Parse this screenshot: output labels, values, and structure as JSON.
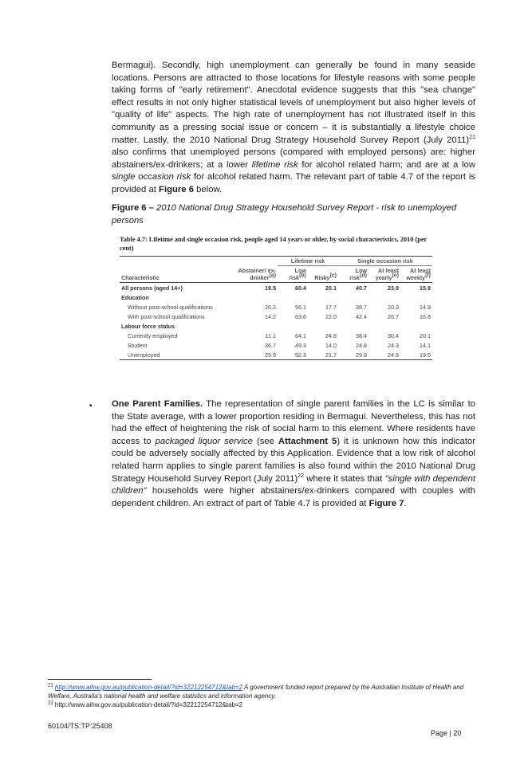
{
  "para1": {
    "t1": "Bermagui). Secondly, high unemployment can generally be found in many seaside locations. Persons are attracted to those locations for lifestyle reasons with some people taking forms of \"early retirement\". Anecdotal evidence suggests that this \"sea change\" effect results in not only higher statistical levels of unemployment but also higher levels of \"quality of life\" aspects. The high rate of unemployment has not illustrated itself in this community as a pressing social issue or concern – it is substantially a lifestyle choice matter. Lastly, the 2010 National Drug Strategy Household Survey Report (July 2011)",
    "sup": "21",
    "t2": " also confirms that unemployed persons (compared with employed persons) are: higher abstainers/ex-drinkers; at a lower ",
    "i1": "lifetime risk",
    "t3": " for alcohol related harm; and are at a low ",
    "i2": "single occasion risk",
    "t4": " for alcohol related harm. The relevant part of table 4.7 of the report is provided at ",
    "b1": "Figure 6",
    "t5": " below."
  },
  "figure_caption": {
    "label": "Figure 6 – ",
    "title": "2010 National Drug Strategy Household Survey Report - risk to unemployed persons"
  },
  "table": {
    "title": "Table 4.7: Lifetime and single occasion risk, people aged 14 years or older, by social characteristics, 2010 (per cent)",
    "group_lifetime": "Lifetime risk",
    "group_single": "Single occasion risk",
    "col_characteristic": "Characteristic",
    "col_abstainer": "Abstainer/ ex-drinker",
    "col_abstainer_sup": "(a)",
    "col_low1": "Low risk",
    "col_low1_sup": "(b)",
    "col_risky": "Risky",
    "col_risky_sup": "(c)",
    "col_low2": "Low risk",
    "col_low2_sup": "(d)",
    "col_yearly": "At least yearly",
    "col_yearly_sup": "(e)",
    "col_weekly": "At least weekly",
    "col_weekly_sup": "(f)",
    "rows": [
      {
        "label": "All persons (aged 14+)",
        "values": [
          "19.5",
          "60.4",
          "20.1",
          "40.7",
          "23.9",
          "15.9"
        ]
      },
      {
        "label": "Education"
      },
      {
        "label": "Without post-school qualifications",
        "values": [
          "26.2",
          "56.1",
          "17.7",
          "38.7",
          "20.3",
          "14.9"
        ]
      },
      {
        "label": "With post-school qualifications",
        "values": [
          "14.2",
          "63.6",
          "22.0",
          "42.4",
          "26.7",
          "16.8"
        ]
      },
      {
        "label": "Labour force status"
      },
      {
        "label": "Currently employed",
        "values": [
          "11.1",
          "64.1",
          "24.8",
          "38.4",
          "30.4",
          "20.1"
        ]
      },
      {
        "label": "Student",
        "values": [
          "36.7",
          "49.3",
          "14.0",
          "24.8",
          "24.3",
          "14.1"
        ]
      },
      {
        "label": "Unemployed",
        "values": [
          "25.9",
          "52.3",
          "21.7",
          "29.9",
          "24.6",
          "19.5"
        ]
      }
    ]
  },
  "para2": {
    "b1": "One Parent Families.",
    "t1": " The representation of single parent families in the LC is similar to the State average, with a lower proportion residing in Bermagui. Nevertheless, this has not had the effect of heightening the risk of social harm to this element. Where residents have access to ",
    "i1": "packaged liquor service",
    "t2": " (see ",
    "b2": "Attachment 5",
    "t3": ") it is unknown how this indicator could be adversely socially affected by this Application. Evidence that a low risk of alcohol related harm applies to single parent families is also found within the 2010 National Drug Strategy Household Survey Report (July 2011)",
    "sup": "22",
    "t4": " where it states that ",
    "i2": "\"single with dependent children\"",
    "t5": " households were higher abstainers/ex-drinkers compared with couples with dependent children. An extract of part of Table 4.7 is provided at ",
    "b3": "Figure 7",
    "t6": "."
  },
  "footnotes": {
    "fn21_num": "21",
    "fn21_link": "http://www.aihw.gov.au/publication-detail/?id=32212254712&tab=2",
    "fn21_text": " A government funded report prepared by the Australian Institute of Health and Welfare, Australia's national health and welfare statistics and information agency.",
    "fn22_num": "22",
    "fn22_text": " http://www.aihw.gov.au/publication-detail/?id=32212254712&tab=2"
  },
  "doc_ref": "60104/TS:TP:25408",
  "page_number": "Page | 20",
  "bullet_glyph": "▪"
}
